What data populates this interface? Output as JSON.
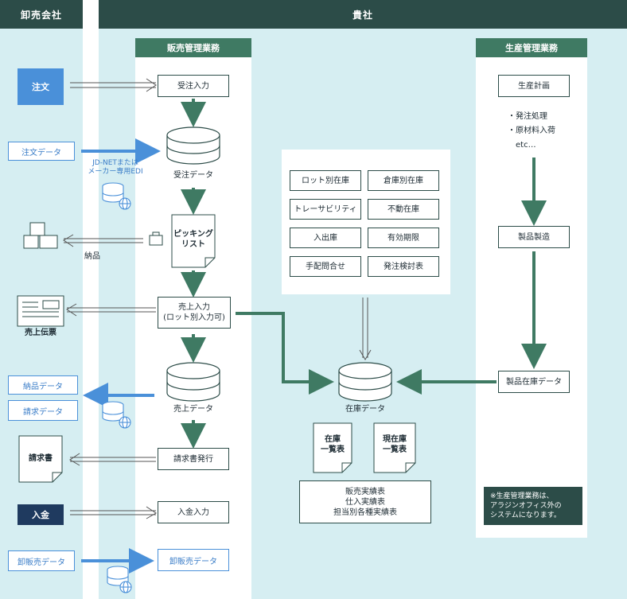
{
  "headers": {
    "wholesaler": "卸売会社",
    "company": "貴社"
  },
  "sections": {
    "sales": "販売管理業務",
    "production": "生産管理業務"
  },
  "left": {
    "order": "注文",
    "order_data": "注文データ",
    "delivery_label": "納品",
    "slip_label": "売上伝票",
    "delivery_data": "納品データ",
    "invoice_data": "請求データ",
    "invoice_doc": "請求書",
    "payment": "入金",
    "wholesale_data": "卸販売データ"
  },
  "sales": {
    "order_entry": "受注入力",
    "jdnet_line1": "JD-NETまたは",
    "jdnet_line2": "メーカー専用EDI",
    "order_db": "受注データ",
    "picking_line1": "ピッキング",
    "picking_line2": "リスト",
    "sales_entry_line1": "売上入力",
    "sales_entry_line2": "(ロット別入力可)",
    "sales_db": "売上データ",
    "invoice_issue": "請求書発行",
    "payment_entry": "入金入力",
    "wholesale_data": "卸販売データ"
  },
  "inventory": {
    "grid": [
      "ロット別在庫",
      "倉庫別在庫",
      "トレーサビリティ",
      "不動在庫",
      "入出庫",
      "有効期限",
      "手配問合せ",
      "発注検討表"
    ],
    "db": "在庫データ",
    "doc1_line1": "在庫",
    "doc1_line2": "一覧表",
    "doc2_line1": "現在庫",
    "doc2_line2": "一覧表",
    "reports": [
      "販売実績表",
      "仕入実績表",
      "担当別各種実績表"
    ]
  },
  "production": {
    "plan": "生産計画",
    "bullets": [
      "・発注処理",
      "・原材料入荷"
    ],
    "etc": "etc…",
    "manufacture": "製品製造",
    "stock_data": "製品在庫データ",
    "note_line1": "※生産管理業務は、",
    "note_line2": "アラジンオフィス外の",
    "note_line3": "システムになります。"
  },
  "colors": {
    "dark": "#2c4c48",
    "section": "#3f7a63",
    "flow": "#3f7a63",
    "edi": "#4a90d9",
    "panel": "#d6eef2"
  }
}
